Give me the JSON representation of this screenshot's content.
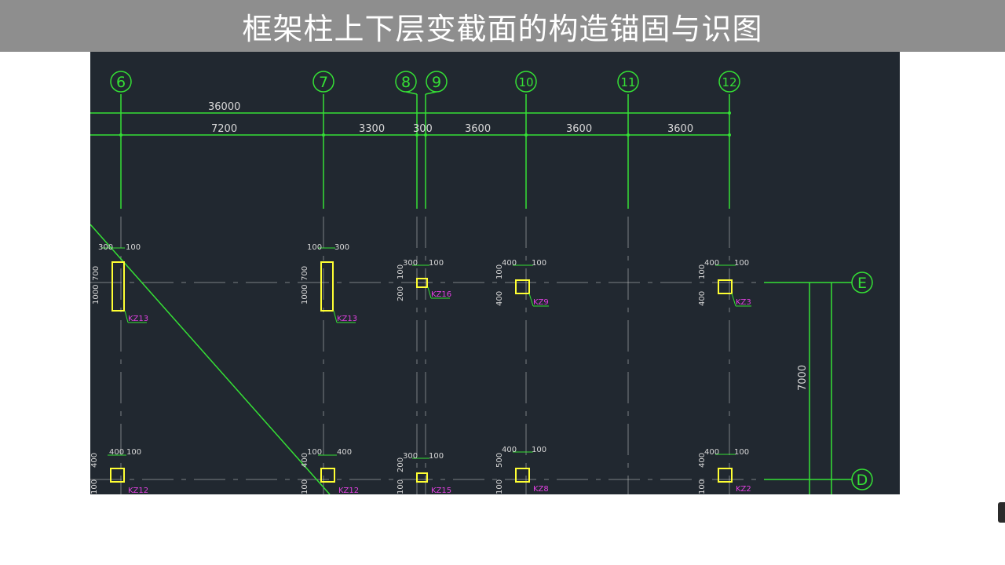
{
  "title": "框架柱上下层变截面的构造锚固与识图",
  "axes": {
    "columns": [
      "6",
      "7",
      "8",
      "9",
      "10",
      "11",
      "12"
    ],
    "rows": [
      "E",
      "D"
    ]
  },
  "dimensions": {
    "overall": "36000",
    "spans": [
      "7200",
      "3300",
      "300",
      "3600",
      "3600",
      "3600"
    ],
    "row_span": "7000"
  },
  "columns_row_e": [
    {
      "tag": "KZ13",
      "left": "300",
      "right": "100",
      "top": "700",
      "bottom": "1000"
    },
    {
      "tag": "KZ13",
      "left": "100",
      "right": "300",
      "top": "700",
      "bottom": "1000"
    },
    {
      "tag": "KZ16",
      "left": "300",
      "right": "100",
      "top": "100",
      "bottom": "200"
    },
    {
      "tag": "KZ9",
      "left": "400",
      "right": "100",
      "top": "100",
      "bottom": "400"
    },
    {
      "tag": "KZ3",
      "left": "400",
      "right": "100",
      "top": "100",
      "bottom": "400"
    }
  ],
  "columns_row_d": [
    {
      "tag": "KZ12",
      "left": "400",
      "right": "100",
      "top": "400",
      "bottom": "100"
    },
    {
      "tag": "KZ12",
      "left": "100",
      "right": "400",
      "top": "400",
      "bottom": "100"
    },
    {
      "tag": "KZ15",
      "left": "300",
      "right": "100",
      "top": "200",
      "bottom": "100"
    },
    {
      "tag": "KZ8",
      "left": "400",
      "right": "100",
      "top": "500",
      "bottom": "100"
    },
    {
      "tag": "KZ2",
      "left": "400",
      "right": "100",
      "top": "400",
      "bottom": "100"
    }
  ],
  "colors": {
    "canvas": "#212830",
    "axis": "#35e035",
    "column": "#ffff33",
    "tag": "#e040e0",
    "text": "#d8d8d8"
  }
}
